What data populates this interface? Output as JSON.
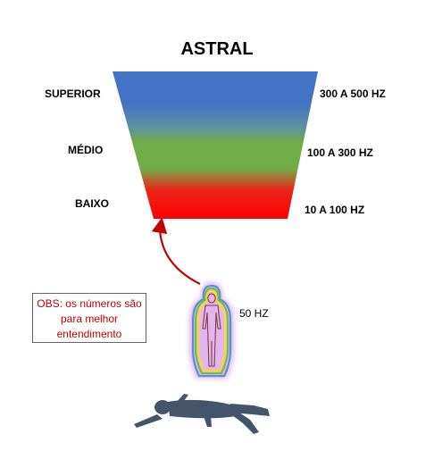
{
  "title": "ASTRAL",
  "levels": [
    {
      "name": "SUPERIOR",
      "frequency": "300 A 500 HZ"
    },
    {
      "name": "MÉDIO",
      "frequency": "100 A 300 HZ"
    },
    {
      "name": "BAIXO",
      "frequency": "10 A 100 HZ"
    }
  ],
  "body_frequency": "50 HZ",
  "note": {
    "lines": [
      "OBS: os números são",
      "para melhor",
      "entendimento"
    ]
  },
  "colors": {
    "superior": "#4472c4",
    "medio": "#70ad47",
    "baixo": "#ff0000",
    "arrow": "#c00000",
    "note_text": "#c00000",
    "body": "#44546a"
  }
}
